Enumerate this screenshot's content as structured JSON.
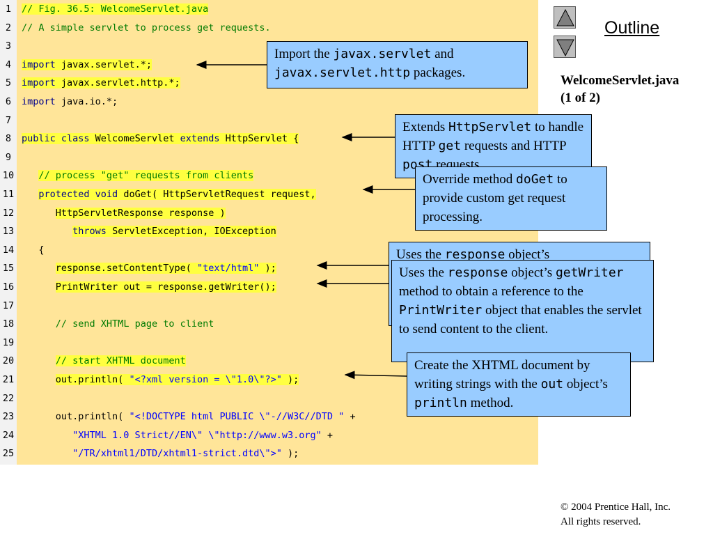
{
  "nav": {
    "outline_label": "Outline",
    "up_icon": "triangle-up-icon",
    "down_icon": "triangle-down-icon"
  },
  "slide": {
    "title_line1": "WelcomeServlet.java",
    "title_line2": "(1 of 2)"
  },
  "footer": {
    "copyright_symbol": "©",
    "line1": " 2004 Prentice Hall, Inc.",
    "line2": "All rights reserved."
  },
  "colors": {
    "code_bg": "#ffe599",
    "gutter_bg": "#f2f2f2",
    "highlight": "#ffff40",
    "callout_bg": "#99ccff",
    "comment": "#007a00",
    "keyword": "#00008b",
    "string": "#0000ff"
  },
  "code": {
    "lines": [
      {
        "n": "1",
        "hl": true,
        "segs": [
          {
            "t": "// Fig. 36.5: WelcomeServlet.java",
            "c": "cm"
          }
        ]
      },
      {
        "n": "2",
        "hl": false,
        "segs": [
          {
            "t": "// A simple servlet to process get requests.",
            "c": "cm"
          }
        ]
      },
      {
        "n": "3",
        "hl": false,
        "segs": []
      },
      {
        "n": "4",
        "hl": true,
        "segs": [
          {
            "t": "import",
            "c": "kw"
          },
          {
            "t": " javax.servlet.*;",
            "c": "tx"
          }
        ]
      },
      {
        "n": "5",
        "hl": true,
        "segs": [
          {
            "t": "import",
            "c": "kw"
          },
          {
            "t": " javax.servlet.http.*;",
            "c": "tx"
          }
        ]
      },
      {
        "n": "6",
        "hl": false,
        "segs": [
          {
            "t": "import",
            "c": "kw"
          },
          {
            "t": " java.io.*;",
            "c": "tx"
          }
        ]
      },
      {
        "n": "7",
        "hl": false,
        "segs": []
      },
      {
        "n": "8",
        "hl": true,
        "segs": [
          {
            "t": "public class",
            "c": "kw"
          },
          {
            "t": " WelcomeServlet ",
            "c": "tx"
          },
          {
            "t": "extends",
            "c": "kw"
          },
          {
            "t": " HttpServlet {",
            "c": "tx"
          }
        ]
      },
      {
        "n": "9",
        "hl": false,
        "segs": []
      },
      {
        "n": "10",
        "hl": true,
        "segs": [
          {
            "t": "   // process \"get\" requests from clients",
            "c": "cm"
          }
        ]
      },
      {
        "n": "11",
        "hl": true,
        "segs": [
          {
            "t": "   protected void",
            "c": "kw"
          },
          {
            "t": " doGet( HttpServletRequest request,",
            "c": "tx"
          }
        ]
      },
      {
        "n": "12",
        "hl": true,
        "segs": [
          {
            "t": "      HttpServletResponse response )",
            "c": "tx"
          }
        ]
      },
      {
        "n": "13",
        "hl": true,
        "segs": [
          {
            "t": "         throws",
            "c": "kw"
          },
          {
            "t": " ServletException, IOException",
            "c": "tx"
          }
        ]
      },
      {
        "n": "14",
        "hl": false,
        "segs": [
          {
            "t": "   {",
            "c": "tx"
          }
        ]
      },
      {
        "n": "15",
        "hl": true,
        "segs": [
          {
            "t": "      response.setContentType( ",
            "c": "tx"
          },
          {
            "t": "\"text/html\"",
            "c": "str"
          },
          {
            "t": " );",
            "c": "tx"
          }
        ]
      },
      {
        "n": "16",
        "hl": true,
        "segs": [
          {
            "t": "      PrintWriter out = response.getWriter();",
            "c": "tx"
          }
        ]
      },
      {
        "n": "17",
        "hl": false,
        "segs": []
      },
      {
        "n": "18",
        "hl": false,
        "segs": [
          {
            "t": "      // send XHTML page to client",
            "c": "cm"
          }
        ]
      },
      {
        "n": "19",
        "hl": false,
        "segs": []
      },
      {
        "n": "20",
        "hl": true,
        "segs": [
          {
            "t": "      // start XHTML document",
            "c": "cm"
          }
        ]
      },
      {
        "n": "21",
        "hl": true,
        "segs": [
          {
            "t": "      out.println( ",
            "c": "tx"
          },
          {
            "t": "\"<?xml version = \\\"1.0\\\"?>\"",
            "c": "str"
          },
          {
            "t": " );",
            "c": "tx"
          }
        ]
      },
      {
        "n": "22",
        "hl": false,
        "segs": []
      },
      {
        "n": "23",
        "hl": false,
        "segs": [
          {
            "t": "      out.println( ",
            "c": "tx"
          },
          {
            "t": "\"<!DOCTYPE html PUBLIC \\\"-//W3C//DTD \"",
            "c": "str"
          },
          {
            "t": " +",
            "c": "tx"
          }
        ]
      },
      {
        "n": "24",
        "hl": false,
        "segs": [
          {
            "t": "         \"XHTML 1.0 Strict//EN\\\" \\\"http://www.w3.org\"",
            "c": "str"
          },
          {
            "t": " +",
            "c": "tx"
          }
        ]
      },
      {
        "n": "25",
        "hl": false,
        "segs": [
          {
            "t": "         \"/TR/xhtml1/DTD/xhtml1-strict.dtd\\\">\"",
            "c": "str"
          },
          {
            "t": " );",
            "c": "tx"
          }
        ]
      }
    ]
  },
  "callouts": {
    "imports": {
      "a": "Import the ",
      "m1": "javax.servlet",
      "b": " and ",
      "m2": "javax.servlet.http",
      "c": " packages."
    },
    "extends": {
      "a": "Extends ",
      "m1": "HttpServlet",
      "b": " to handle HTTP ",
      "m2": "get",
      "c": " requests and HTTP ",
      "m3": "post",
      "d": " requests."
    },
    "override": {
      "a": "Override method ",
      "m1": "doGet",
      "b": " to provide custom get request processing."
    },
    "content_type": {
      "a": "Uses the ",
      "m1": "response",
      "b": " object’s"
    },
    "writer": {
      "a": "Uses the ",
      "m1": "response",
      "b": " object’s ",
      "m2": "getWriter",
      "c": " method to obtain a reference to the ",
      "m3": "PrintWriter",
      "d": " object that enables the servlet to send content to the client."
    },
    "xhtml": {
      "a": "Create the XHTML document by writing strings with the ",
      "m1": "out",
      "b": " object’s ",
      "m2": "println",
      "c": " method."
    }
  }
}
